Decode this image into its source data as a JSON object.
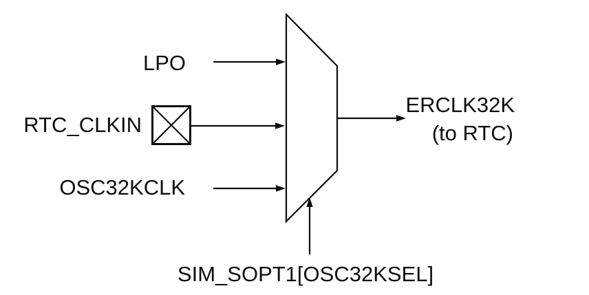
{
  "diagram": {
    "title_semantic": "32 kHz external reference clock multiplexer",
    "mux": {
      "shape": "trapezoid-multiplexer"
    },
    "inputs": [
      {
        "label": "LPO"
      },
      {
        "label": "RTC_CLKIN",
        "symbol": "crossed-box-pin-pad"
      },
      {
        "label": "OSC32KCLK"
      }
    ],
    "output": {
      "line1": "ERCLK32K",
      "line2": "(to RTC)"
    },
    "select": {
      "label": "SIM_SOPT1[OSC32KSEL]"
    },
    "colors": {
      "line": "#0d0d0d",
      "text": "#0d0d0d",
      "background": "#ffffff"
    }
  }
}
